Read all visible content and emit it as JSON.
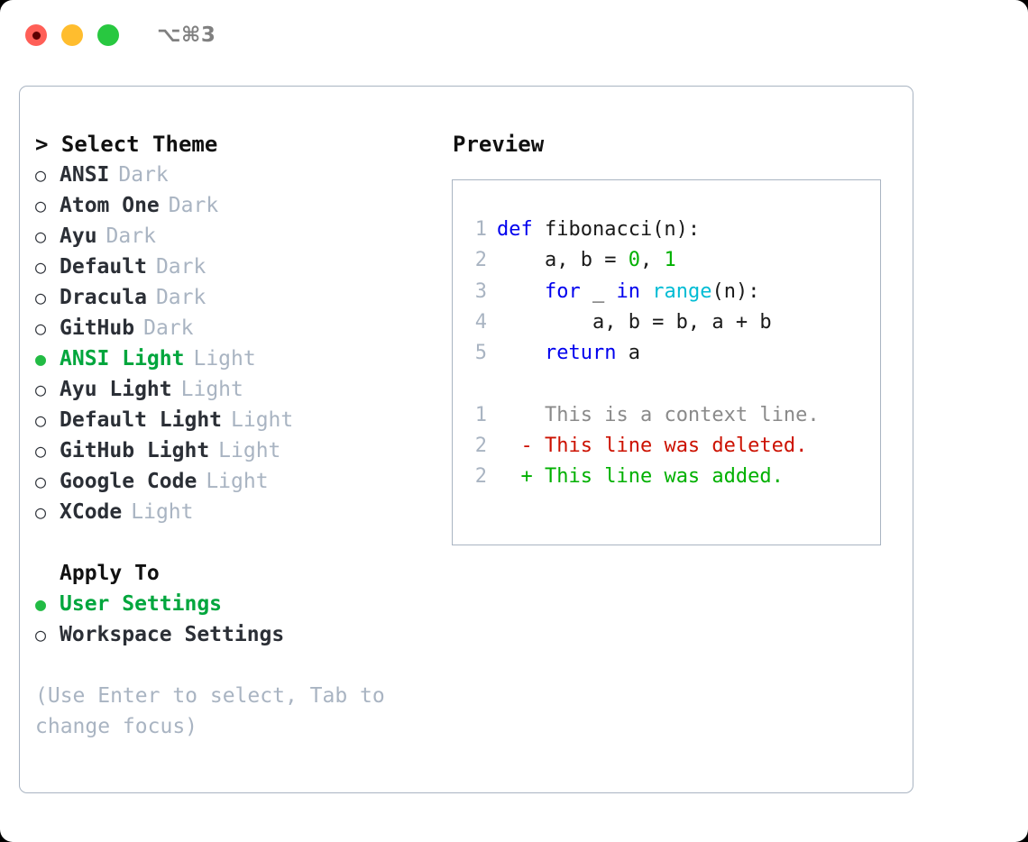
{
  "titlebar": {
    "shortcut": "⌥⌘3",
    "lights": [
      {
        "name": "close",
        "color": "#ff5f57"
      },
      {
        "name": "minimize",
        "color": "#ffbd2e"
      },
      {
        "name": "maximize",
        "color": "#28c840"
      }
    ]
  },
  "theme_panel": {
    "header": "> Select Theme",
    "items": [
      {
        "marker": "○",
        "name": "ANSI",
        "kind": "Dark",
        "selected": false
      },
      {
        "marker": "○",
        "name": "Atom One",
        "kind": "Dark",
        "selected": false
      },
      {
        "marker": "○",
        "name": "Ayu",
        "kind": "Dark",
        "selected": false
      },
      {
        "marker": "○",
        "name": "Default",
        "kind": "Dark",
        "selected": false
      },
      {
        "marker": "○",
        "name": "Dracula",
        "kind": "Dark",
        "selected": false
      },
      {
        "marker": "○",
        "name": "GitHub",
        "kind": "Dark",
        "selected": false
      },
      {
        "marker": "●",
        "name": "ANSI Light",
        "kind": "Light",
        "selected": true
      },
      {
        "marker": "○",
        "name": "Ayu Light",
        "kind": "Light",
        "selected": false
      },
      {
        "marker": "○",
        "name": "Default Light",
        "kind": "Light",
        "selected": false
      },
      {
        "marker": "○",
        "name": "GitHub Light",
        "kind": "Light",
        "selected": false
      },
      {
        "marker": "○",
        "name": "Google Code",
        "kind": "Light",
        "selected": false
      },
      {
        "marker": "○",
        "name": "XCode",
        "kind": "Light",
        "selected": false
      }
    ]
  },
  "apply_to": {
    "header": "Apply To",
    "items": [
      {
        "marker": "●",
        "label": "User Settings",
        "selected": true
      },
      {
        "marker": "○",
        "label": "Workspace Settings",
        "selected": false
      }
    ]
  },
  "hint": "(Use Enter to select, Tab to change focus)",
  "preview": {
    "title": "Preview",
    "code_lines": [
      {
        "num": "1",
        "tokens": [
          {
            "t": "def ",
            "c": "kw"
          },
          {
            "t": "fibonacci(n):",
            "c": "plain"
          }
        ]
      },
      {
        "num": "2",
        "tokens": [
          {
            "t": "    a, b = ",
            "c": "plain"
          },
          {
            "t": "0",
            "c": "num"
          },
          {
            "t": ", ",
            "c": "plain"
          },
          {
            "t": "1",
            "c": "num"
          }
        ]
      },
      {
        "num": "3",
        "tokens": [
          {
            "t": "    ",
            "c": "plain"
          },
          {
            "t": "for",
            "c": "kw"
          },
          {
            "t": " _ ",
            "c": "plain"
          },
          {
            "t": "in",
            "c": "kw"
          },
          {
            "t": " ",
            "c": "plain"
          },
          {
            "t": "range",
            "c": "fn"
          },
          {
            "t": "(n):",
            "c": "plain"
          }
        ]
      },
      {
        "num": "4",
        "tokens": [
          {
            "t": "        a, b = b, a + b",
            "c": "plain"
          }
        ]
      },
      {
        "num": "5",
        "tokens": [
          {
            "t": "    ",
            "c": "plain"
          },
          {
            "t": "return",
            "c": "kw"
          },
          {
            "t": " a",
            "c": "plain"
          }
        ]
      }
    ],
    "diff_lines": [
      {
        "num": "1",
        "sign": " ",
        "text": " This is a context line.",
        "kind": "ctx"
      },
      {
        "num": "2",
        "sign": "-",
        "text": " This line was deleted.",
        "kind": "del"
      },
      {
        "num": "2",
        "sign": "+",
        "text": " This line was added.",
        "kind": "add"
      }
    ]
  },
  "colors": {
    "accent_green": "#00a63d",
    "muted": "#a9b4c2",
    "border": "#a9b4c2",
    "keyword": "#0000ee",
    "number": "#00b000",
    "function": "#00bcd4",
    "diff_add": "#00b000",
    "diff_del": "#cc1100",
    "diff_ctx": "#8a8a8a"
  }
}
